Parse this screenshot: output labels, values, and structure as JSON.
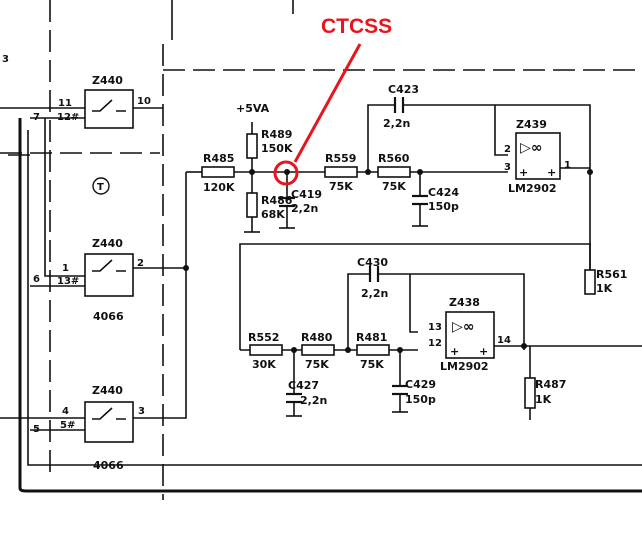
{
  "annotation": {
    "label": "CTCSS",
    "color": "#e8141e"
  },
  "edge_marker": "3",
  "test_point": "T",
  "supply": "+5VA",
  "switches": [
    {
      "ref": "Z440",
      "in_pins": [
        "11",
        "12#"
      ],
      "out_pin": "10",
      "type": ""
    },
    {
      "ref": "Z440",
      "in_pins": [
        "1",
        "13#"
      ],
      "out_pin": "2",
      "type": "4066"
    },
    {
      "ref": "Z440",
      "in_pins": [
        "4",
        "5#"
      ],
      "out_pin": "3",
      "type": "4066"
    }
  ],
  "bus_pins": [
    "7",
    "6",
    "5"
  ],
  "opamps": [
    {
      "ref": "Z439",
      "part": "LM2902",
      "pins": [
        "2",
        "3",
        "1"
      ],
      "plus": "+",
      "plus2": "+",
      "symbol": "▷∞"
    },
    {
      "ref": "Z438",
      "part": "LM2902",
      "pins": [
        "13",
        "12",
        "14"
      ],
      "plus": "+",
      "plus2": "+",
      "symbol": "▷∞"
    }
  ],
  "resistors": [
    {
      "ref": "R485",
      "value": "120K"
    },
    {
      "ref": "R489",
      "value": "150K"
    },
    {
      "ref": "R486",
      "value": "68K"
    },
    {
      "ref": "R559",
      "value": "75K"
    },
    {
      "ref": "R560",
      "value": "75K"
    },
    {
      "ref": "R561",
      "value": "1K"
    },
    {
      "ref": "R552",
      "value": "30K"
    },
    {
      "ref": "R480",
      "value": "75K"
    },
    {
      "ref": "R481",
      "value": "75K"
    },
    {
      "ref": "R487",
      "value": "1K"
    }
  ],
  "capacitors": [
    {
      "ref": "C419",
      "value": "2,2n"
    },
    {
      "ref": "C423",
      "value": "2,2n"
    },
    {
      "ref": "C424",
      "value": "150p"
    },
    {
      "ref": "C430",
      "value": "2,2n"
    },
    {
      "ref": "C427",
      "value": "2,2n"
    },
    {
      "ref": "C429",
      "value": "150p"
    }
  ]
}
